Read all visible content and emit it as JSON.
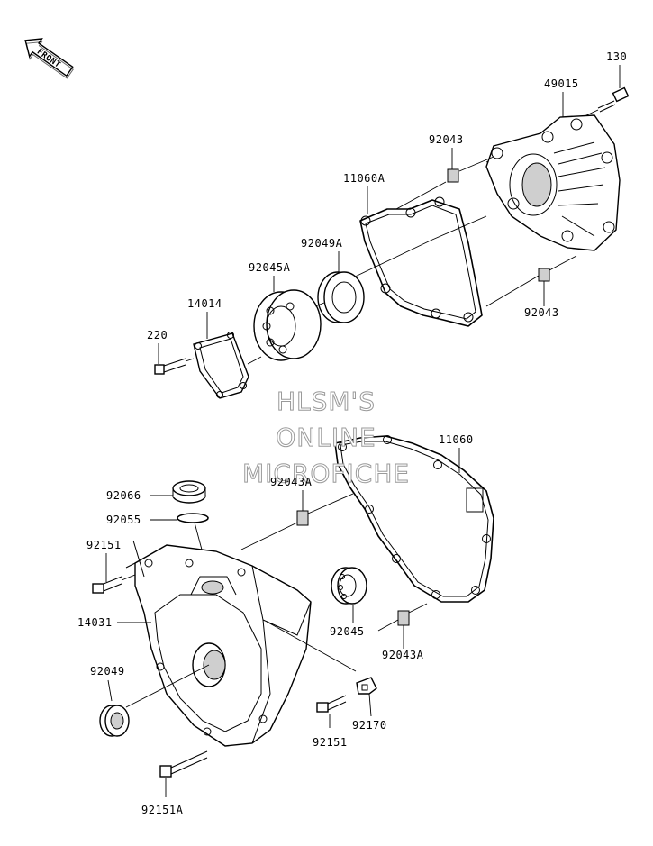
{
  "watermark": {
    "line1": "HLSM'S",
    "line2": "ONLINE",
    "line3": "MICROFICHE"
  },
  "front_label": "FRONT",
  "parts": [
    {
      "id": "p130",
      "number": "130"
    },
    {
      "id": "p49015",
      "number": "49015"
    },
    {
      "id": "p92043_top",
      "number": "92043"
    },
    {
      "id": "p11060A",
      "number": "11060A"
    },
    {
      "id": "p92049A",
      "number": "92049A"
    },
    {
      "id": "p92045A",
      "number": "92045A"
    },
    {
      "id": "p14014",
      "number": "14014"
    },
    {
      "id": "p220",
      "number": "220"
    },
    {
      "id": "p92043_right",
      "number": "92043"
    },
    {
      "id": "p11060",
      "number": "11060"
    },
    {
      "id": "p92043A_top",
      "number": "92043A"
    },
    {
      "id": "p92066",
      "number": "92066"
    },
    {
      "id": "p92055",
      "number": "92055"
    },
    {
      "id": "p92151_left",
      "number": "92151"
    },
    {
      "id": "p14031",
      "number": "14031"
    },
    {
      "id": "p92045",
      "number": "92045"
    },
    {
      "id": "p92043A_bottom",
      "number": "92043A"
    },
    {
      "id": "p92049",
      "number": "92049"
    },
    {
      "id": "p92170",
      "number": "92170"
    },
    {
      "id": "p92151_bottom",
      "number": "92151"
    },
    {
      "id": "p92151A",
      "number": "92151A"
    }
  ]
}
